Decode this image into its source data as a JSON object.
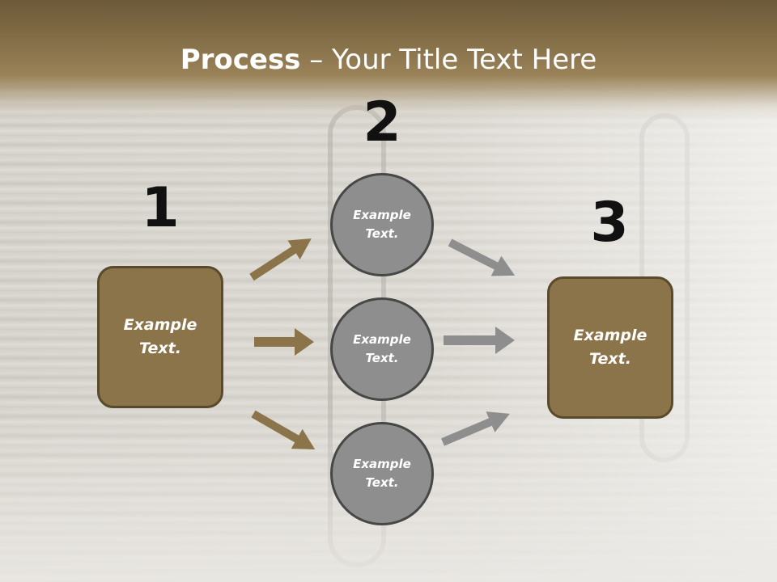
{
  "title": {
    "bold": "Process",
    "rest": " – Your Title Text Here"
  },
  "steps": {
    "one": "1",
    "two": "2",
    "three": "3"
  },
  "left_box": {
    "text": "Example Text."
  },
  "right_box": {
    "text": "Example Text."
  },
  "circles": [
    {
      "text": "Example Text."
    },
    {
      "text": "Example Text."
    },
    {
      "text": "Example Text."
    }
  ],
  "colors": {
    "header": "#8b7449",
    "box_fill": "#8b7449",
    "box_border": "#5a4a2c",
    "circle_fill": "#8e8e8e",
    "circle_border": "#474747",
    "arrow_brown": "#8b7449",
    "arrow_gray": "#8e8e8e"
  }
}
